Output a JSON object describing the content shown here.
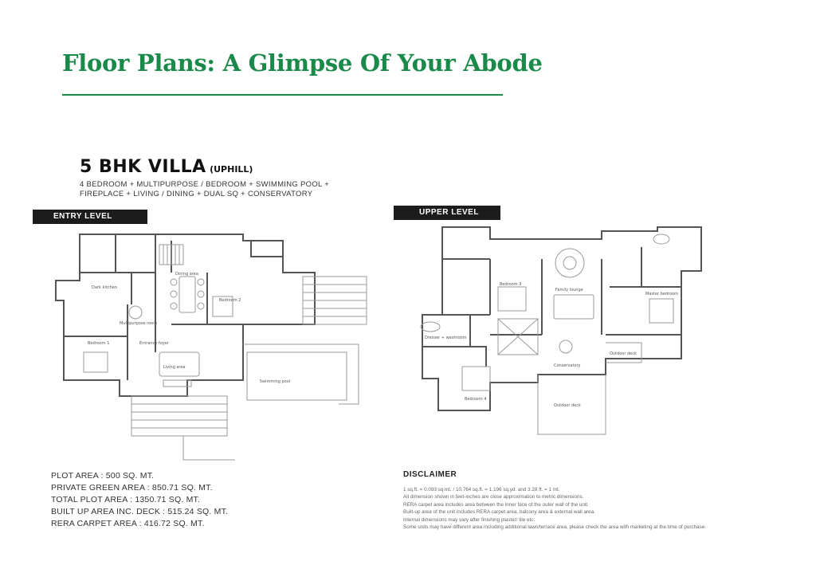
{
  "page": {
    "title": "Floor Plans: A Glimpse Of Your Abode"
  },
  "villa": {
    "name": "5 BHK VILLA",
    "variant": "(UPHILL)",
    "description_lines": [
      "4 BEDROOM + MULTIPURPOSE / BEDROOM + SWIMMING POOL +",
      "FIREPLACE + LIVING / DINING + DUAL SQ + CONSERVATORY"
    ]
  },
  "entry_level": {
    "label": "ENTRY LEVEL",
    "rooms": {
      "living": "Living area",
      "dining": "Dining area",
      "kitchen": "Dark kitchen",
      "bedroom1": "Bedroom 1",
      "bedroom2": "Bedroom 2",
      "pool": "Swimming pool",
      "multipurpose": "Multipurpose room",
      "foyer": "Entrance foyer"
    }
  },
  "upper_level": {
    "label": "UPPER LEVEL",
    "rooms": {
      "bedroom3": "Bedroom 3",
      "bedroom4": "Bedroom 4",
      "master": "Master bedroom",
      "lounge": "Family lounge",
      "conservatory": "Conservatory",
      "deck": "Outdoor deck",
      "dresser": "Dresser + washroom",
      "deck2": "Outdoor deck"
    }
  },
  "areas": [
    "PLOT AREA : 500 SQ. MT.",
    "PRIVATE GREEN AREA : 850.71 SQ. MT.",
    "TOTAL PLOT AREA : 1350.71 SQ. MT.",
    "BUILT UP AREA INC. DECK : 515.24 SQ. MT.",
    "RERA CARPET AREA : 416.72 SQ. MT."
  ],
  "disclaimer": {
    "title": "DISCLAIMER",
    "lines": [
      "1 sq.ft. = 0.093 sq.mt. / 10.764 sq.ft. = 1.196 sq.yd. and 3.28 ft. = 1 mt.",
      "All dimension shown in feet-inches are close approximation to metric dimensions.",
      "RERA carpet area includes area between the inner face of the outer wall of the unit.",
      "Built-up area of the unit includes RERA carpet area, balcony area & external wall area.",
      "Internal dimensions may vary after finishing plaster/ tile etc.",
      "Some units may have different area including additional lawn/terrace area, please check the area with marketing at the time of purchase."
    ]
  }
}
